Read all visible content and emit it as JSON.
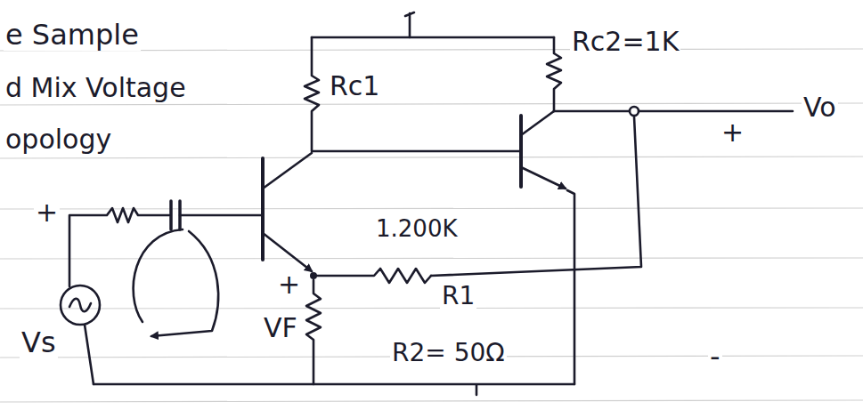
{
  "diagram": {
    "labels": [
      "e Sample",
      "d Mix Voltage",
      "opology",
      "+",
      "Rc1",
      "Rc2=1K",
      "Vo",
      "+",
      "1.200K",
      "R1",
      "+",
      "VF",
      "R2= 50Ω",
      "Vs",
      "-"
    ]
  }
}
